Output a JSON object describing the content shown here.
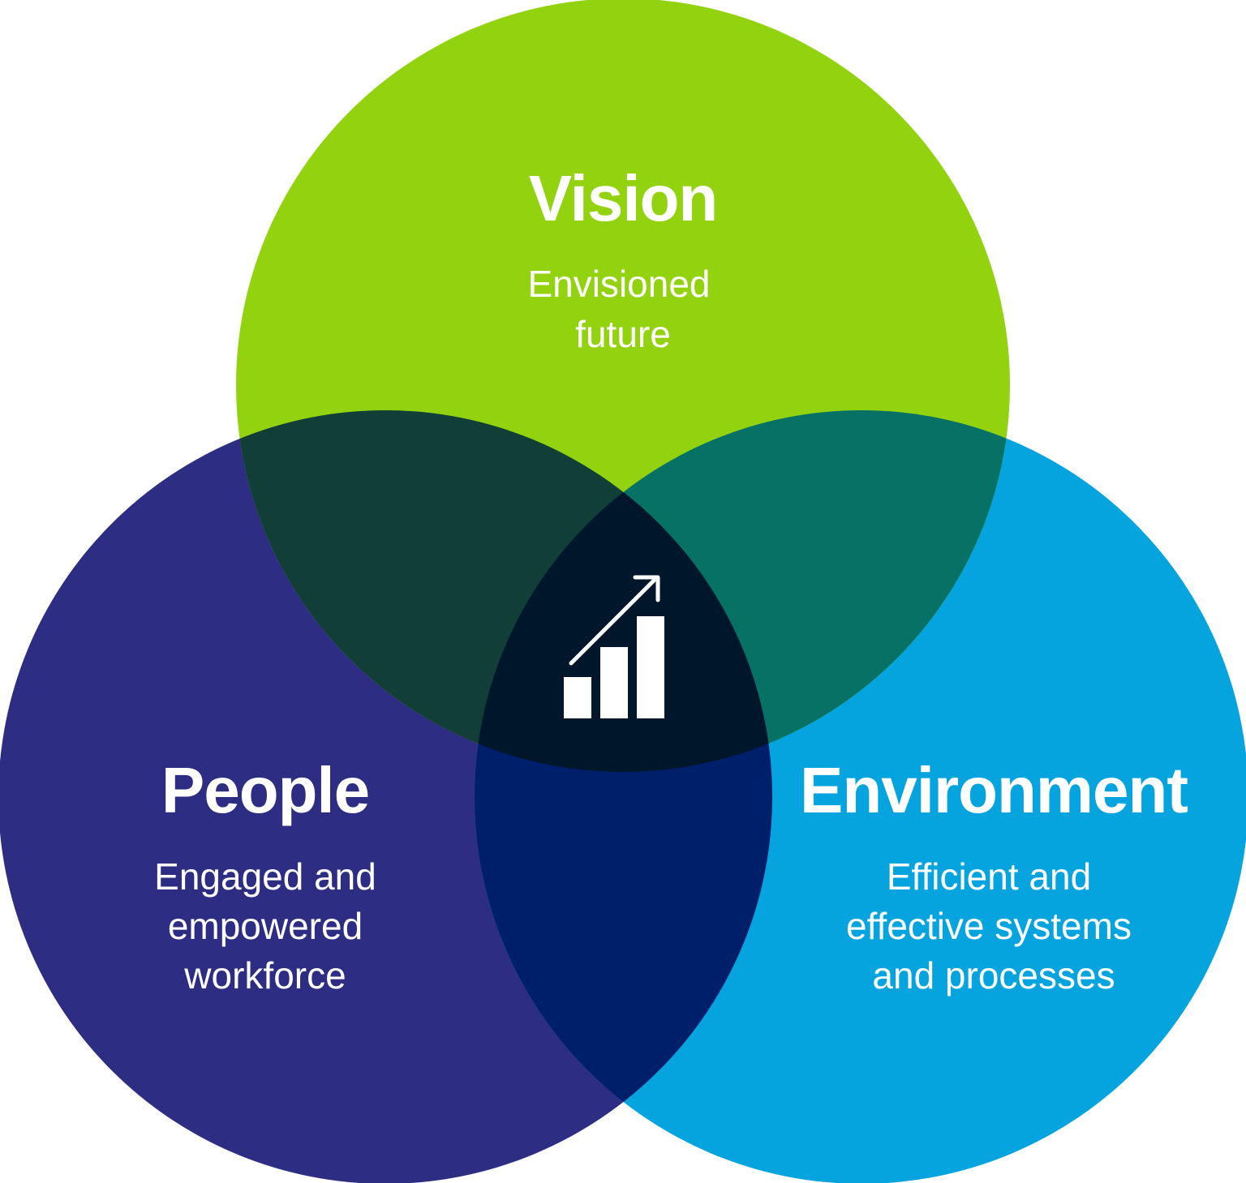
{
  "circles": {
    "vision": {
      "title": "Vision",
      "lines": [
        "Envisioned",
        "future"
      ],
      "color": "#92d20f"
    },
    "people": {
      "title": "People",
      "lines": [
        "Engaged and",
        "empowered",
        "workforce"
      ],
      "color": "#2d2d83"
    },
    "environment": {
      "title": "Environment",
      "lines": [
        "Efficient and",
        "effective systems",
        "and processes"
      ],
      "color": "#05a4df"
    }
  },
  "overlaps": {
    "vision_people": "#113e36",
    "vision_environment": "#087165",
    "people_environment": "#001f6b",
    "center": "#00172b"
  },
  "center_icon": {
    "name": "growth-chart-icon",
    "color": "#ffffff"
  }
}
